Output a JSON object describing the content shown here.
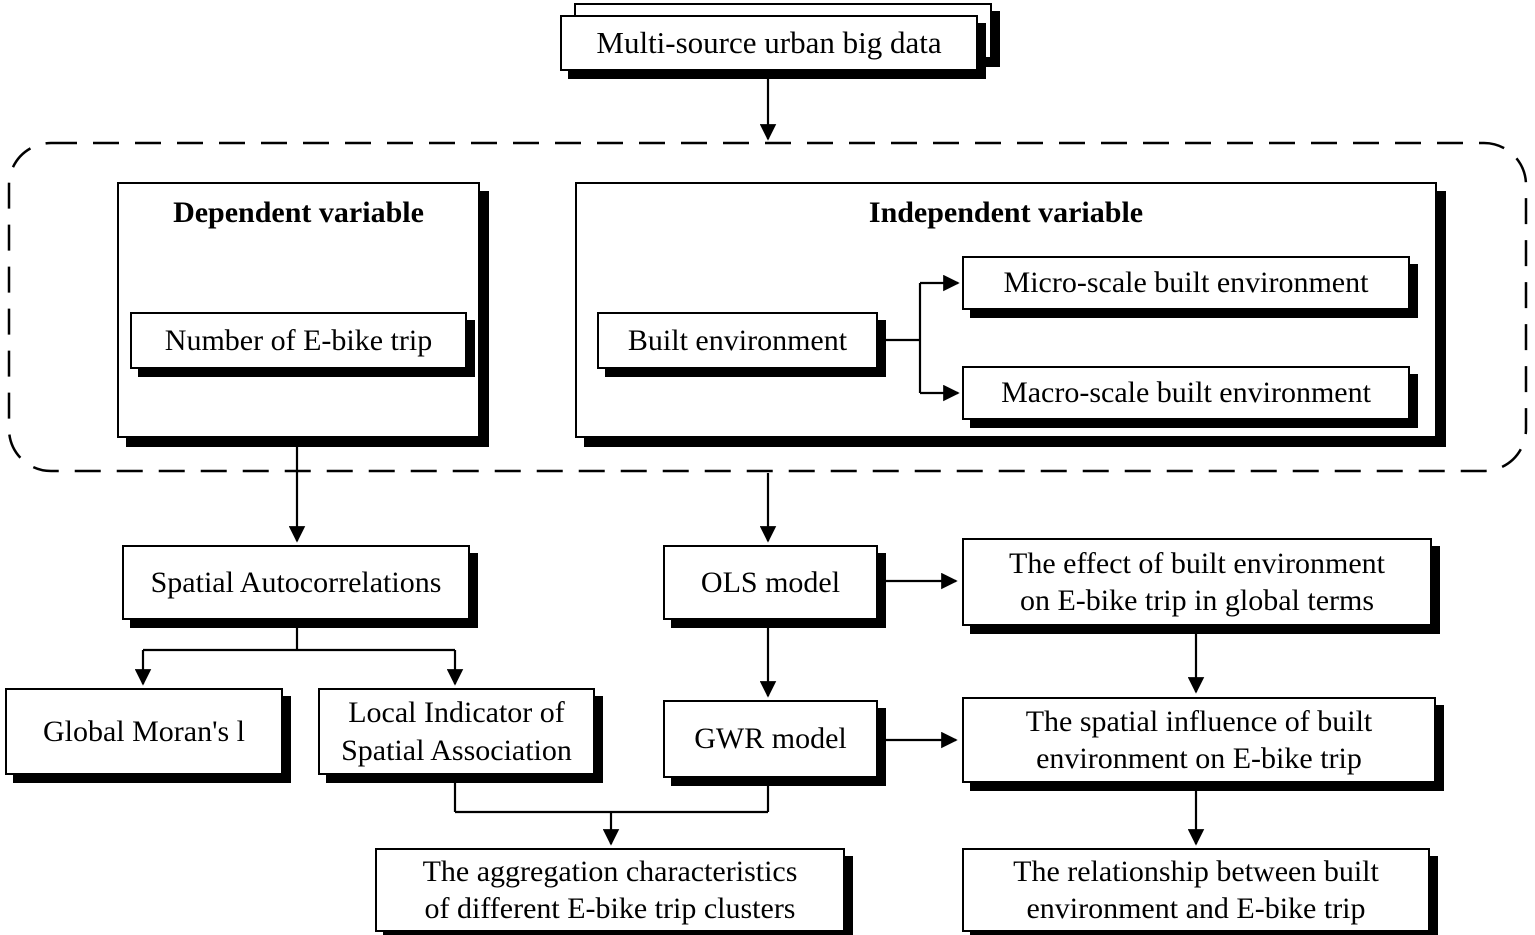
{
  "diagram": {
    "title_implicit": "E-bike trip and built environment research framework flowchart",
    "colors": {
      "ink": "#000000",
      "paper": "#ffffff",
      "shadow": "#000000"
    },
    "nodes": {
      "multi_source": "Multi-source urban big data",
      "dependent_title": "Dependent variable",
      "number_ebike": "Number of E-bike trip",
      "independent_title": "Independent variable",
      "built_env": "Built environment",
      "micro_scale": "Micro-scale built environment",
      "macro_scale": "Macro-scale built environment",
      "spatial_autocorrelations": "Spatial Autocorrelations",
      "ols_model": "OLS model",
      "ols_effect": "The effect of built environment\non E-bike trip in global terms",
      "global_moran": "Global Moran's l",
      "lisa": "Local Indicator of\nSpatial Association",
      "gwr_model": "GWR model",
      "gwr_influence": "The spatial influence of built\nenvironment on E-bike trip",
      "aggregation": "The aggregation characteristics\nof different E-bike trip clusters",
      "relationship": "The relationship between built\nenvironment and E-bike trip"
    }
  }
}
